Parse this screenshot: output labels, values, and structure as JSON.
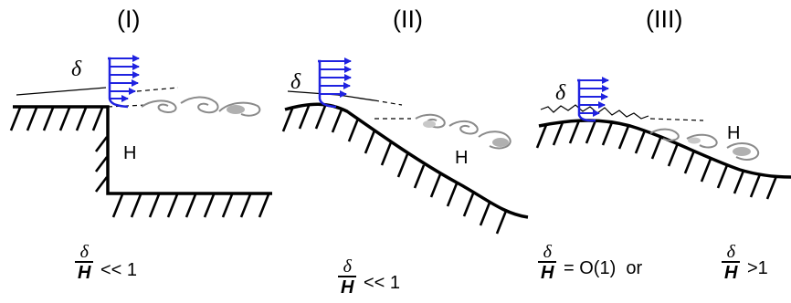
{
  "cases": [
    {
      "title": "(I)",
      "delta_symbol": "δ",
      "height_label": "H",
      "ratio": {
        "numerator": "δ",
        "denominator": "H",
        "relation": "<< 1"
      }
    },
    {
      "title": "(II)",
      "delta_symbol": "δ",
      "height_label": "H",
      "ratio": {
        "numerator": "δ",
        "denominator": "H",
        "relation": "<< 1"
      }
    },
    {
      "title": "(III)",
      "delta_symbol": "δ",
      "height_label": "H",
      "ratio": {
        "numerator": "δ",
        "denominator": "H",
        "relation": "= O(1)  or"
      },
      "ratio_alt": {
        "numerator": "δ",
        "denominator": "H",
        "relation": ">1"
      }
    }
  ],
  "colors": {
    "profile": "#1f22e0",
    "wall": "#000000",
    "vortex": "#8a8a8a",
    "vortex_fill": "#b0b0b0"
  }
}
